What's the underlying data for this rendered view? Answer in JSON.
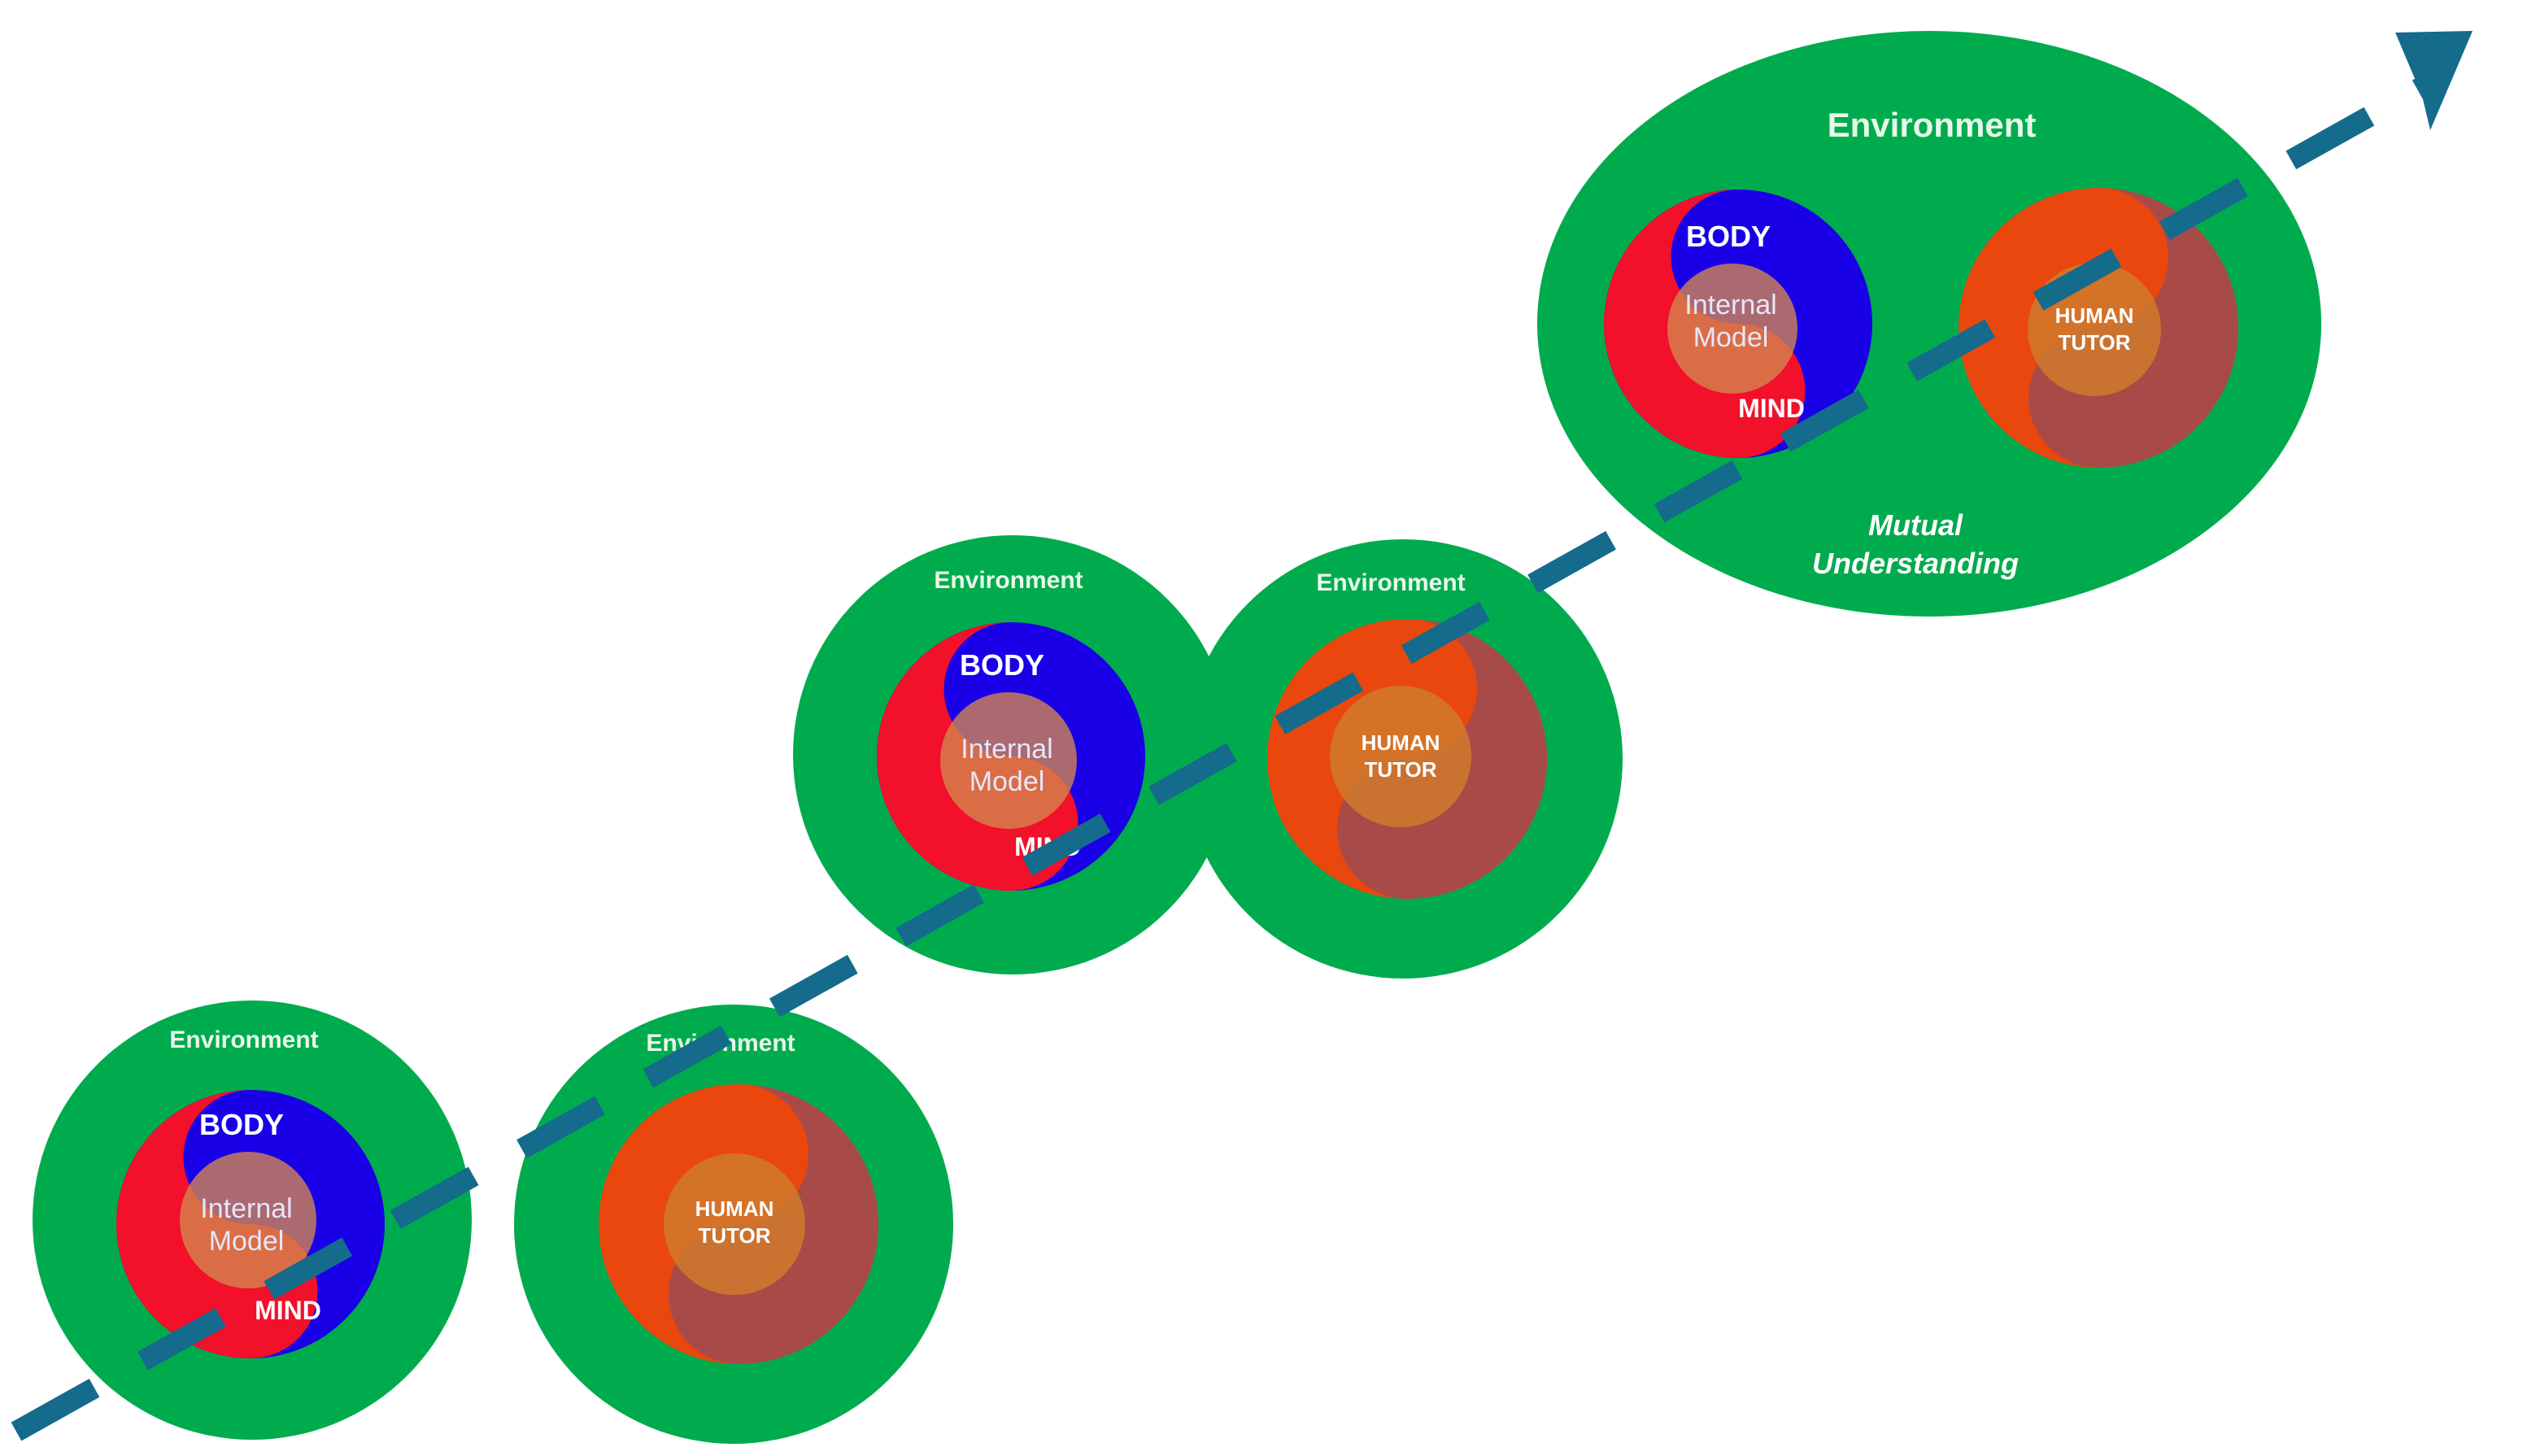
{
  "colors": {
    "environment": "#00ab4e",
    "body": "#f2102a",
    "mind": "#1a00e6",
    "internal_model": "#d4884e",
    "tutor_outer": "#e9470d",
    "tutor_inner": "#a84a48",
    "tutor_center": "#d07a2e",
    "arrow": "#146b8c"
  },
  "labels": {
    "environment": "Environment",
    "body": "BODY",
    "mind": "MIND",
    "internal_model_line1": "Internal",
    "internal_model_line2": "Model",
    "human_tutor_line1": "HUMAN",
    "human_tutor_line2": "TUTOR",
    "mutual_line1": "Mutual",
    "mutual_line2": "Understanding"
  },
  "icons": {
    "trajectory": "dashed-arrow-icon"
  }
}
